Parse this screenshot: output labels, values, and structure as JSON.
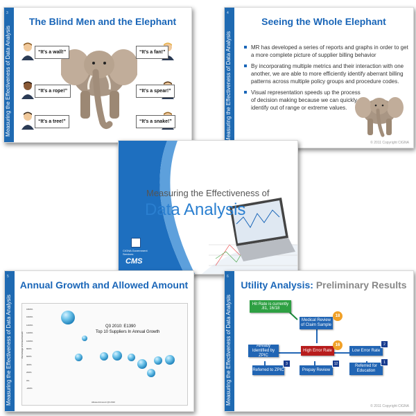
{
  "sidebar_text": "Measuring the Effectiveness of Data Analysis",
  "copyright": "© 2011 Copyright CIGNA",
  "slides": {
    "a": {
      "number": "3",
      "title": "The Blind Men and the Elephant",
      "quotes": [
        "“It’s a wall!”",
        "“It’s a fan!”",
        "“It’s a rope!”",
        "“It’s a spear!”",
        "“It’s a tree!”",
        "“It’s a snake!”"
      ]
    },
    "b": {
      "number": "4",
      "title": "Seeing the Whole Elephant",
      "bullets": [
        "MR has developed a series of reports and graphs in order to get a more complete picture of supplier billing behavior",
        "By incorporating multiple metrics and their interaction with one another, we are able to more efficiently identify aberrant billing patterns across multiple policy groups and procedure codes.",
        "Visual representation speeds up the process of decision making because we can quickly identify out of range or extreme values."
      ]
    },
    "c": {
      "title_line1": "Measuring the Effectiveness of",
      "title_line2": "Data Analysis",
      "cigna_label": "CIGNA Government Services",
      "cms_label": "CMS"
    },
    "d": {
      "number": "5",
      "title": "Annual Growth and Allowed Amount",
      "chart_title_1": "Q3 2010: E1390",
      "chart_title_2": "Top 10 Suppliers In Annual Growth",
      "ylabel": "Percentage of Annual Growth",
      "xlabel": "Allowed Amount Q3 2010",
      "yticks": [
        "1800%",
        "1600%",
        "1400%",
        "1200%",
        "1000%",
        "800%",
        "600%",
        "400%",
        "200%",
        "0%",
        "-200%"
      ]
    },
    "e": {
      "number": "6",
      "title_bold": "Utility Analysis:",
      "title_light": "Preliminary Results",
      "hit_rate": "Hit Rate is currently .81, 16/18",
      "boxes": {
        "medical_review": "Medical Review of Claim Sample",
        "already_identified": "Already Identified by ZPIC",
        "high_error": "High Error Rate",
        "low_error": "Low Error Rate",
        "referred_zpic": "Referred to ZPIC",
        "prepay": "Prepay Review",
        "referred_edu": "Referred for Education"
      },
      "badges": {
        "top": "18",
        "center": "16",
        "low": "2",
        "zpic": "3",
        "prepay": "12",
        "edu": "1"
      }
    }
  }
}
